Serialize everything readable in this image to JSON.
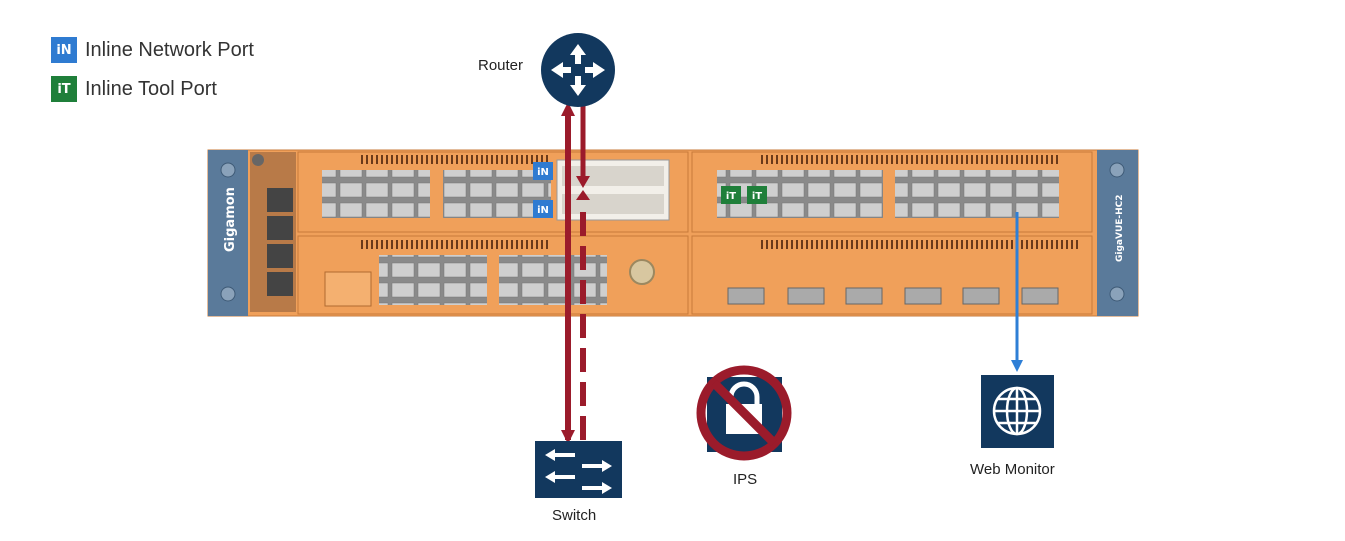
{
  "legend": {
    "network_port": {
      "badge": "iN",
      "label": "Inline Network Port",
      "color": "#2f7bd1"
    },
    "tool_port": {
      "badge": "iT",
      "label": "Inline Tool Port",
      "color": "#1f7f3a"
    }
  },
  "device": {
    "brand": "Gigamon",
    "model": "GigaVUE-HC2",
    "port_badges": {
      "network": "iN",
      "tool": "iT"
    }
  },
  "nodes": {
    "router": {
      "label": "Router",
      "icon": "router-icon"
    },
    "switch": {
      "label": "Switch",
      "icon": "switch-icon"
    },
    "ips": {
      "label": "IPS",
      "icon": "lock-icon",
      "status": "blocked"
    },
    "web_monitor": {
      "label": "Web Monitor",
      "icon": "globe-icon"
    }
  },
  "colors": {
    "chassis_orange": "#f0a05a",
    "chassis_side": "#5a7a9a",
    "icon_navy": "#12385e",
    "traffic_red": "#9b1b2b",
    "monitor_blue": "#2f7fd6"
  }
}
